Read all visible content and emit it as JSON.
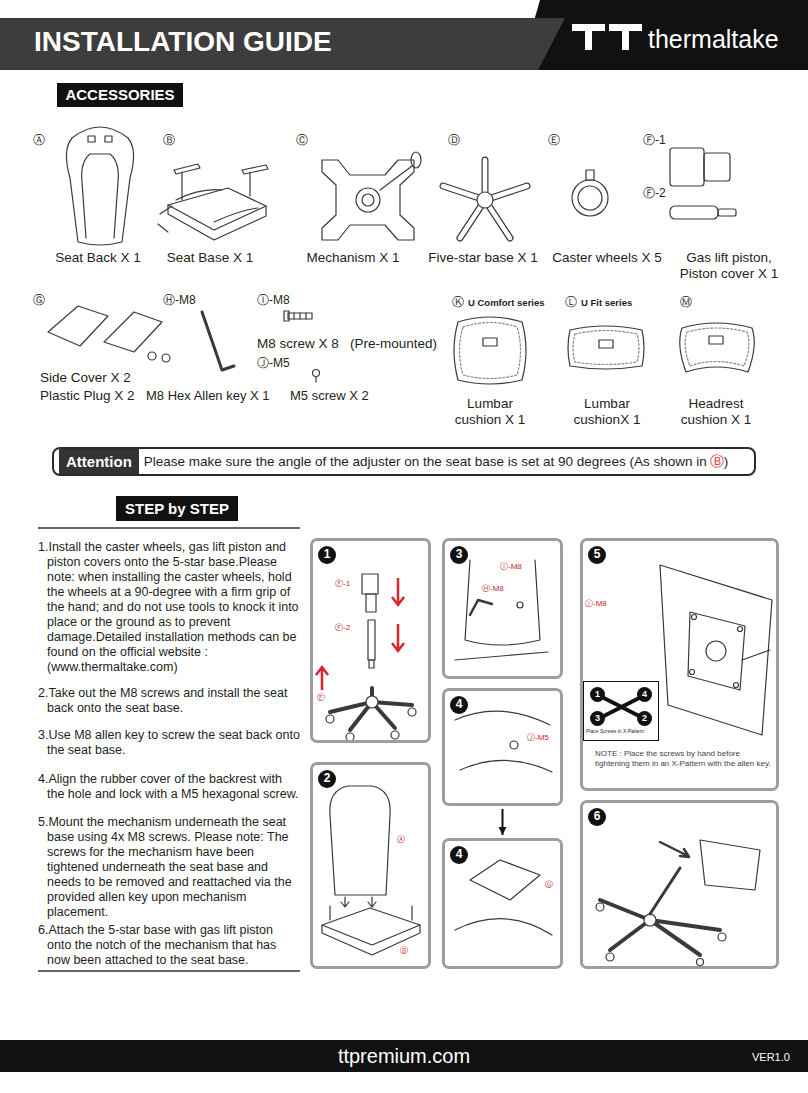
{
  "diagram": {
    "nodes": [
      {
        "text": [
          "INSTALLATION GUIDE",
          "thermaltake"
        ]
      },
      {
        "text": [
          "ACCESSORIES"
        ]
      },
      {
        "text": [
          "Attention",
          "Please make sure the angle of the adjuster on the seat base is set at 90 degrees (As shown in",
          "Ⓑ",
          ")"
        ]
      },
      {
        "text": [
          "STEP by STEP"
        ]
      },
      {
        "text": [
          "Ⓕ-1",
          "Ⓕ-2",
          "Ⓔ"
        ]
      },
      {
        "text": [
          "1"
        ],
        "in": 4
      },
      {
        "text": [
          "Ⓐ",
          "Ⓑ"
        ]
      },
      {
        "text": [
          "2"
        ],
        "in": 6
      },
      {
        "text": [
          "Ⓘ-M8",
          "Ⓗ-M8"
        ]
      },
      {
        "text": [
          "3"
        ],
        "in": 8
      },
      {
        "text": [
          "Ⓙ-M5"
        ]
      },
      {
        "text": [
          "4"
        ],
        "in": 10
      },
      {
        "text": [
          "Ⓖ"
        ]
      },
      {
        "text": [
          "4"
        ],
        "in": 12
      },
      {
        "text": [
          "Ⓘ-M8",
          "NOTE : Place the screws by hand before tightening them in an X-Pattern with the allen key."
        ]
      },
      {
        "text": [
          "5"
        ],
        "in": 14
      },
      {
        "text": [
          "Place Screws in X-Pattern"
        ],
        "in": 14
      },
      {
        "text": [
          "1"
        ],
        "in": 16
      },
      {
        "text": [
          "4"
        ],
        "in": 16
      },
      {
        "text": [
          "3"
        ],
        "in": 16
      },
      {
        "text": [
          "2"
        ],
        "in": 16
      },
      {
        "text": []
      },
      {
        "text": [
          "6"
        ],
        "in": 21
      },
      {
        "text": [
          "ttpremium.com",
          "VER1.0"
        ]
      }
    ],
    "edges": [
      {
        "from": 10,
        "to": 12,
        "arrow": "to"
      }
    ],
    "labels": [
      "Ⓐ",
      "Seat Back X 1",
      "Ⓑ",
      "Seat Base X 1",
      "Ⓒ",
      "Mechanism X 1",
      "Ⓓ",
      "Five-star base X 1",
      "Ⓔ",
      "Caster wheels X 5",
      "Ⓕ-1",
      "Ⓕ-2",
      "Gas lift piston, Piston cover X 1",
      "Ⓖ",
      "Side Cover X 2",
      "Plastic Plug  X 2",
      "Ⓗ-M8",
      "M8 Hex Allen key X 1",
      "Ⓘ-M8",
      "M8 screw X 8",
      "(Pre-mounted)",
      "Ⓙ-M5",
      "M5 screw X 2",
      "Ⓚ",
      "U Comfort series",
      "Lumbar cushion X 1",
      "Ⓛ",
      "U Fit series",
      "Lumbar cushionX 1",
      "Ⓜ",
      "Headrest cushion X 1",
      "1.Install the caster wheels, gas lift piston and piston covers onto the 5-star base.Please note: when installing the caster wheels, hold the wheels at a 90-degree with a firm grip of the hand; and do not use tools to knock it into place or the ground as to prevent damage.Detailed installation methods can be found on the official website : (www.thermaltake.com)",
      "2.Take out the M8 screws and install the seat back onto the seat base.",
      "3.Use M8 allen key to screw the seat back onto the seat base.",
      "4.Align the rubber cover of the backrest with the hole and lock with a M5 hexagonal screw.",
      "5.Mount the mechanism underneath the seat base using 4x M8 screws. Please note: The screws for the mechanism have been tightened underneath the seat base and needs to be removed and reattached via the provided allen key upon mechanism placement.",
      "6.Attach the 5-star base with gas lift piston onto the notch of the mechanism that has now been attached to the seat base."
    ]
  }
}
